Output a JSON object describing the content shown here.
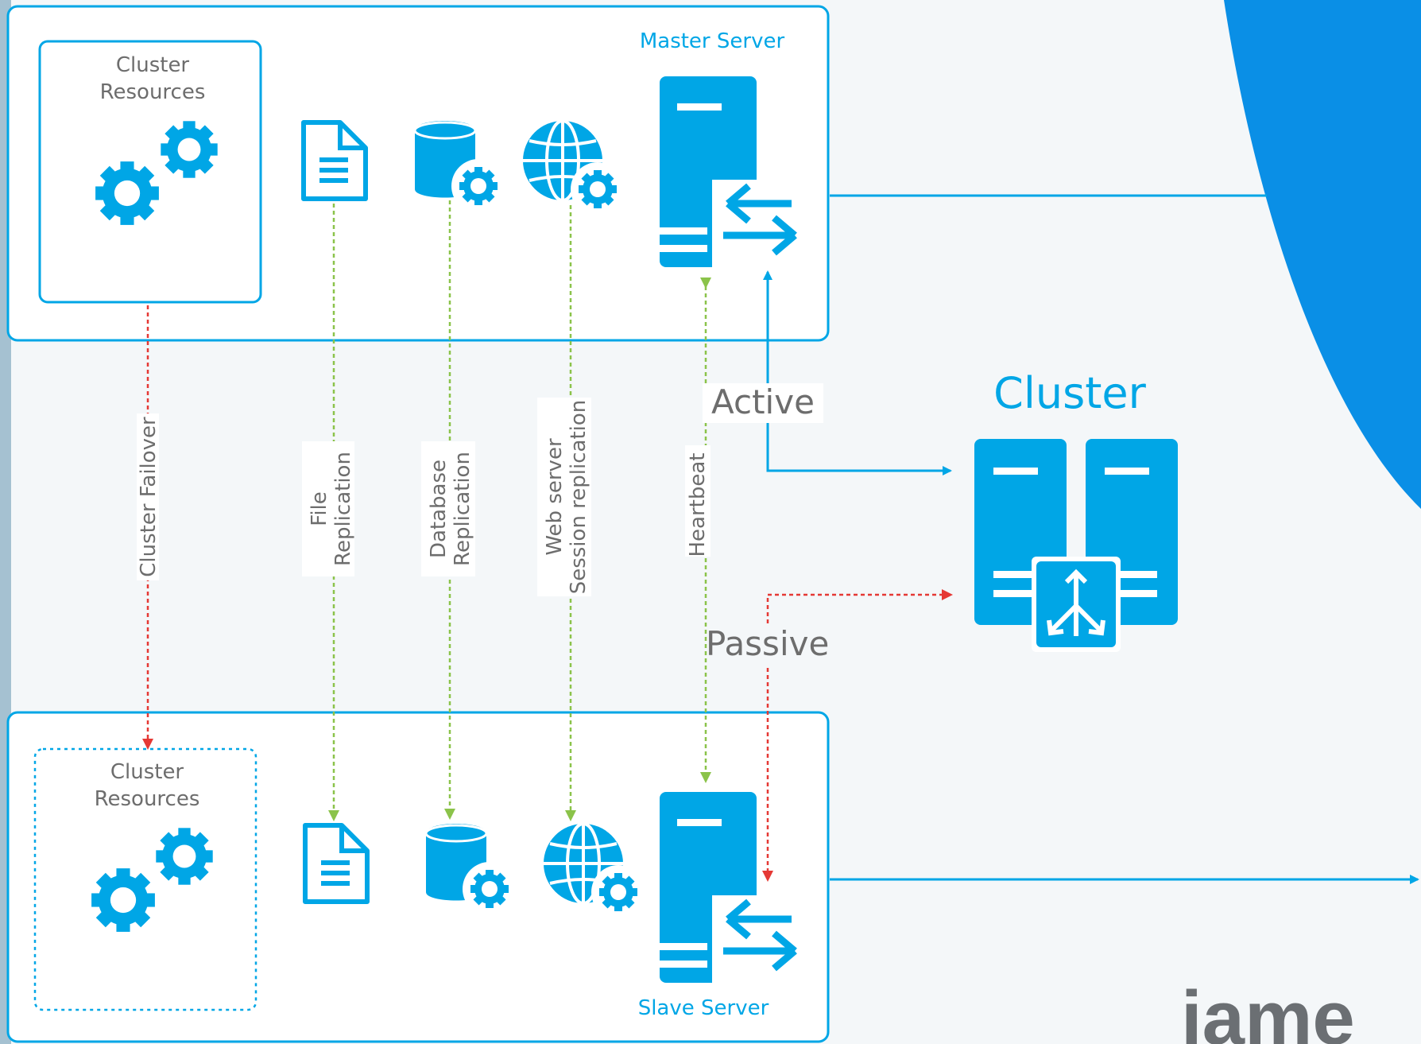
{
  "master": {
    "title": "Master Server",
    "resources_label_line1": "Cluster",
    "resources_label_line2": "Resources"
  },
  "slave": {
    "title": "Slave Server",
    "resources_label_line1": "Cluster",
    "resources_label_line2": "Resources"
  },
  "replication": {
    "cluster_failover": "Cluster Failover",
    "file_line1": "File",
    "file_line2": "Replication",
    "database_line1": "Database",
    "database_line2": "Replication",
    "web_line1": "Web server",
    "web_line2": "Session replication",
    "heartbeat": "Heartbeat"
  },
  "state": {
    "active": "Active",
    "passive": "Passive"
  },
  "cluster": {
    "title": "Cluster"
  },
  "logo": {
    "text": "iame"
  },
  "colors": {
    "primary_blue": "#00a6e6",
    "replication_green": "#8bc34a",
    "failover_red": "#e53935",
    "label_gray": "#6d6d6d"
  }
}
